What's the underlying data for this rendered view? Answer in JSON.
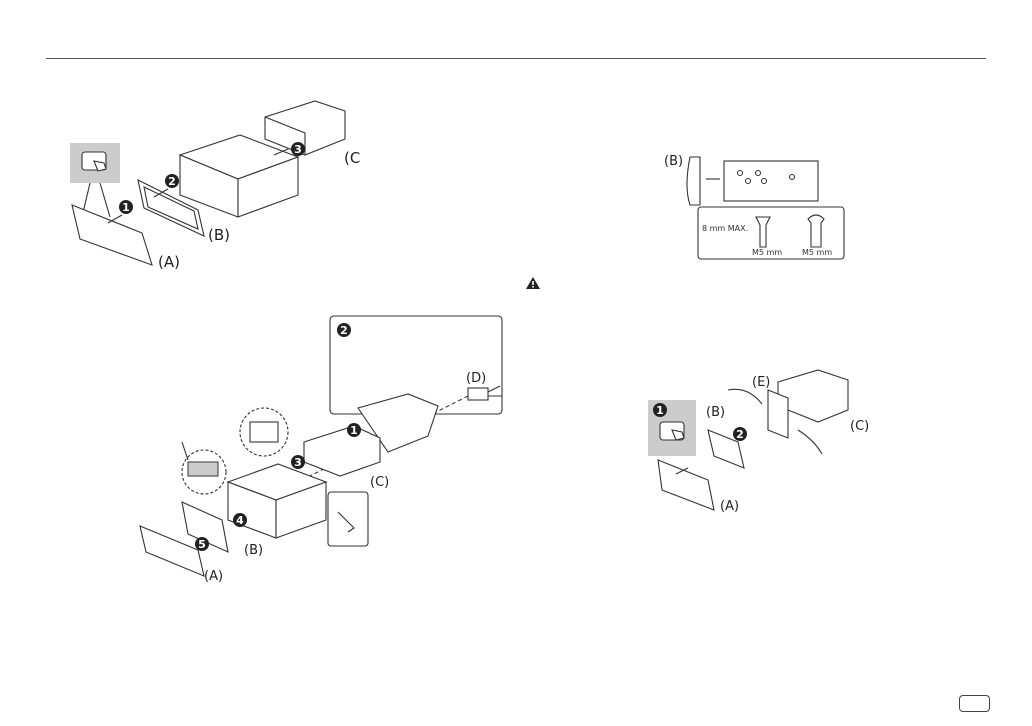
{
  "labels": {
    "a": "(A)",
    "b": "(B)",
    "c": "(C)",
    "d": "(D)",
    "e": "(E)"
  },
  "steps": [
    "1",
    "2",
    "3",
    "4",
    "5"
  ],
  "screw_spec": {
    "max": "8 mm MAX.",
    "screw1": "M5 mm",
    "screw2": "M5 mm"
  },
  "icons": [
    "hand-press-icon",
    "warning-icon",
    "arrow-icon",
    "connector-icon"
  ],
  "colors": {
    "ink": "#333333",
    "panel": "#cccccc"
  }
}
